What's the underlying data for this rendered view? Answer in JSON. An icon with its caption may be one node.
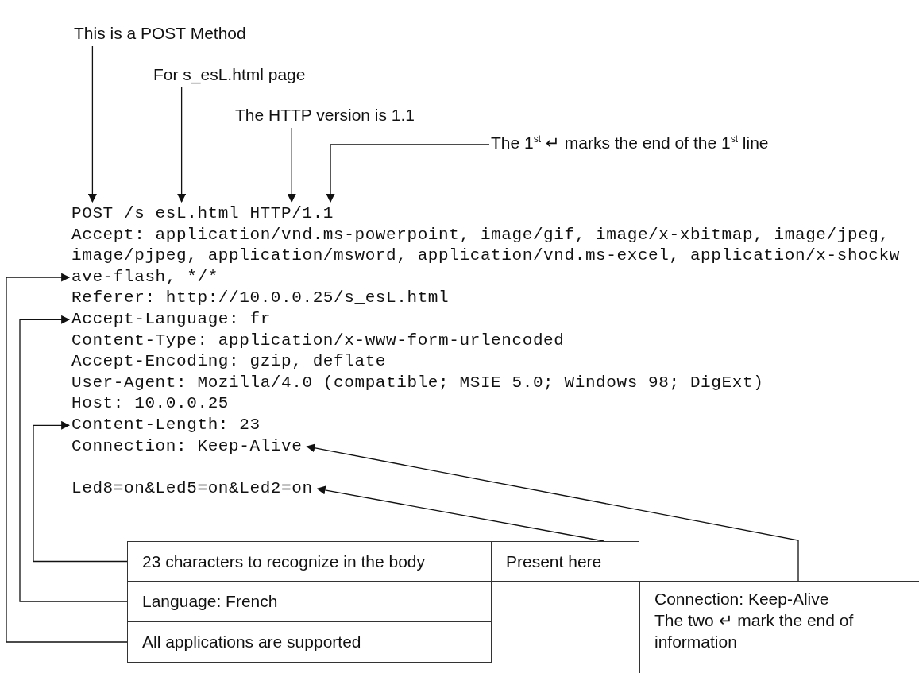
{
  "diagram": {
    "nodes": [
      {
        "text": [
          "This is a POST Method"
        ]
      },
      {
        "text": [
          "For s_esL.html page"
        ]
      },
      {
        "text": [
          "The HTTP version is 1.1"
        ]
      },
      {
        "text": [
          "The 1$^{st}$ ↵ marks the end of the 1$^{st}$ line"
        ]
      },
      {
        "text": [
          "POST"
        ]
      },
      {
        "text": [
          "/s_esL.html"
        ]
      },
      {
        "text": [
          "HTTP/1.1"
        ]
      },
      {
        "text": [
          "Accept: application/vnd.ms-powerpoint, image/gif, image/x-xbitmap, image/jpeg, image/pjpeg, application/msword, application/vnd.ms-excel, application/x-shockwave-flash, */*"
        ]
      },
      {
        "text": [
          "Referer: http://10.0.0.25/s_esL.html"
        ]
      },
      {
        "text": [
          "Accept-Language: fr"
        ]
      },
      {
        "text": [
          "Content-Type: application/x-www-form-urlencoded"
        ]
      },
      {
        "text": [
          "Accept-Encoding: gzip, deflate"
        ]
      },
      {
        "text": [
          "User-Agent: Mozilla/4.0 (compatible; MSIE 5.0; Windows 98; DigExt)"
        ]
      },
      {
        "text": [
          "Host: 10.0.0.25"
        ]
      },
      {
        "text": [
          "Content-Length: 23"
        ]
      },
      {
        "text": [
          "Connection: Keep-Alive"
        ]
      },
      {
        "text": [
          "Led8=on&Led5=on&Led2=on"
        ]
      },
      {
        "text": [
          "23 characters to recognize in the body"
        ]
      },
      {
        "text": [
          "Present here"
        ]
      },
      {
        "text": [
          "Language: French"
        ]
      },
      {
        "text": [
          "All applications are supported"
        ]
      },
      {
        "text": [
          "Connection: Keep-Alive",
          "The two ↵ mark the end of information"
        ]
      }
    ],
    "edges": [
      {
        "from": 0,
        "to": 4,
        "arrow": "to"
      },
      {
        "from": 1,
        "to": 5,
        "arrow": "to"
      },
      {
        "from": 2,
        "to": 6,
        "arrow": "to"
      },
      {
        "from": 3,
        "to": 6,
        "arrow": "to"
      },
      {
        "from": 17,
        "to": 14,
        "arrow": "to"
      },
      {
        "from": 19,
        "to": 9,
        "arrow": "to"
      },
      {
        "from": 20,
        "to": 7,
        "arrow": "to"
      },
      {
        "from": 21,
        "to": 15,
        "arrow": "to"
      },
      {
        "from": 18,
        "to": 16,
        "arrow": "to"
      }
    ]
  }
}
